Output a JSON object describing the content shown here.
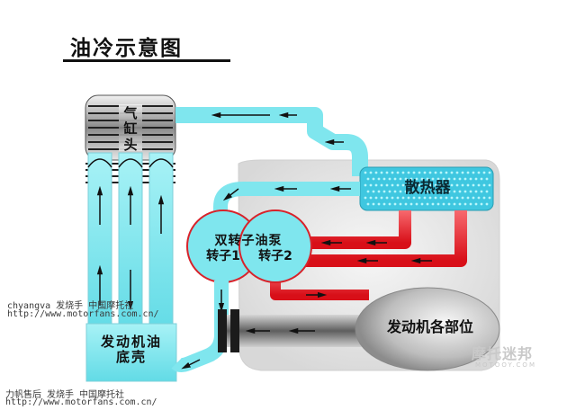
{
  "title": "油冷示意图",
  "labels": {
    "cylinder_head": "气缸头",
    "radiator": "散热器",
    "oil_pump_title": "双转子油泵",
    "rotor1": "转子1",
    "rotor2": "转子2",
    "oil_pan": "发动机油底壳",
    "engine_parts": "发动机各部位"
  },
  "watermarks": {
    "mid_line1": "chyangva 发烧手 中国摩托社",
    "mid_line2": "http://www.motorfans.com.cn/",
    "bot_line1": "力帆售后 发烧手 中国摩托社",
    "bot_line2": "http://www.motorfans.com.cn/",
    "brand": "摩托迷邦",
    "brand_sub": "MOTOOY.COM"
  },
  "colors": {
    "cool_oil": "#7fe6ee",
    "hot_oil": "#e8222a",
    "radiator_fill": "#3fc7e0",
    "pipe_gray": "#9a9a9a"
  }
}
